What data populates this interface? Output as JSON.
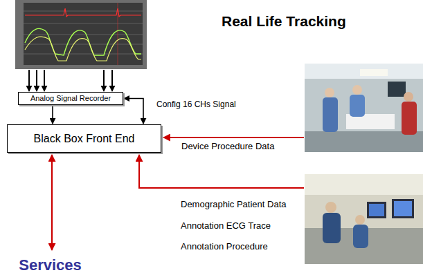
{
  "diagram": {
    "title": "Real Life Tracking",
    "nodes": [
      {
        "text": [
          "Analog Signal Recorder"
        ]
      },
      {
        "text": [
          "Black Box Front End"
        ]
      },
      {
        "text": [
          "Services"
        ]
      }
    ],
    "edges": [
      {
        "from": 0,
        "to": 1,
        "arrow": "to"
      },
      {
        "from": 1,
        "to": 0,
        "label": "Config 16 CHs Signal",
        "arrow": "both"
      },
      {
        "from": 1,
        "to": 2,
        "arrow": "both"
      }
    ],
    "labels": [
      "Device Procedure Data",
      "Demographic Patient Data",
      "Annotation ECG Trace",
      "Annotation Procedure"
    ]
  }
}
